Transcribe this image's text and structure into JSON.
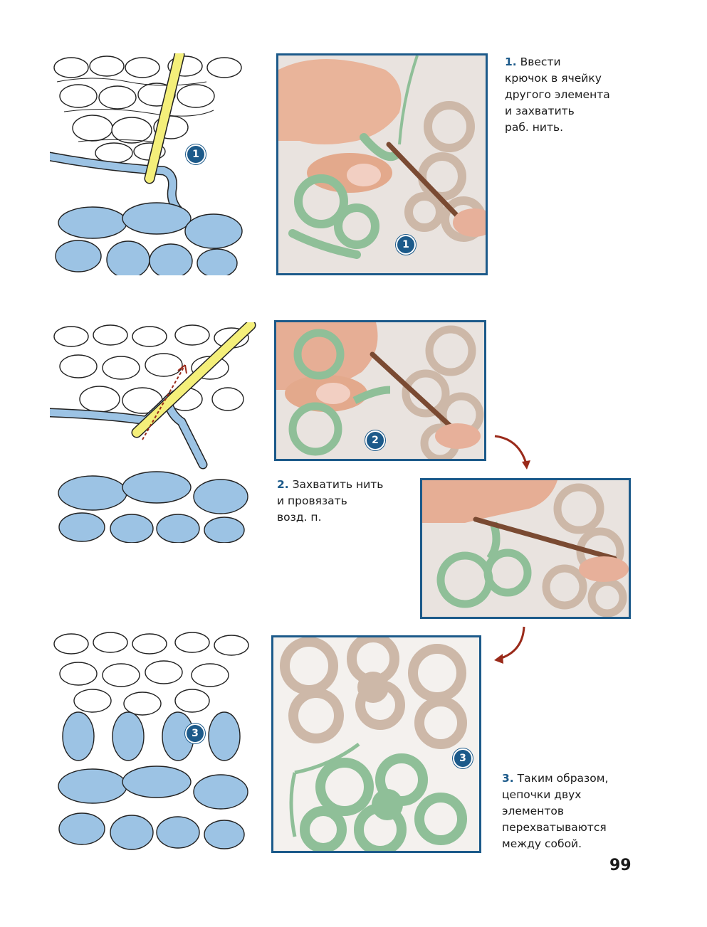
{
  "colors": {
    "accent": "#1c5a8a",
    "yarn_blue": "#9cc3e4",
    "hook_yellow": "#f4ef7a",
    "yarn_green": "#8fbf98",
    "yarn_beige": "#cdb8a8",
    "arrow_red": "#9a2a1a"
  },
  "steps": [
    {
      "badge": "1",
      "caption_number": "1.",
      "caption_lines": [
        "Ввести",
        "крючок в ячейку",
        "другого элемента",
        "и захватить",
        "раб. нить."
      ]
    },
    {
      "badge": "2",
      "caption_number": "2.",
      "caption_lines": [
        "Захватить нить",
        "и провязать",
        "возд. п."
      ]
    },
    {
      "badge": "3",
      "caption_number": "3.",
      "caption_lines": [
        "Таким образом,",
        "цепочки двух",
        "элементов",
        "перехватываются",
        "между собой."
      ]
    }
  ],
  "icons": {
    "flow_arrow": "curved-arrow-icon"
  },
  "page_number": "99"
}
